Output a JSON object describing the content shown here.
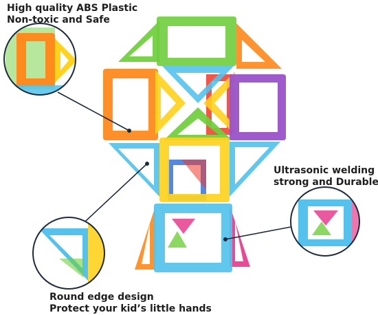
{
  "callouts": {
    "material": {
      "line1": "High quality ABS Plastic",
      "line2": "Non-toxic and Safe"
    },
    "welding": {
      "line1": "Ultrasonic welding",
      "line2": "strong and Durable"
    },
    "edge": {
      "line1": "Round edge design",
      "line2": "Protect your kid’s little hands"
    }
  },
  "colors": {
    "green": "#6fce3c",
    "orange": "#ff8a1e",
    "yellow": "#ffd21e",
    "blue": "#54c2ec",
    "purple": "#9a52c8",
    "red": "#ee3828",
    "pink": "#e63c8c",
    "leader_line": "#1c2a3c"
  }
}
